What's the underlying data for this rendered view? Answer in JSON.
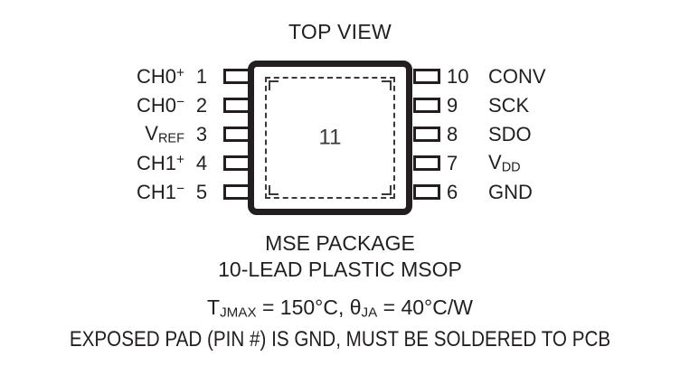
{
  "diagram": {
    "title": "TOP VIEW",
    "exposed_pad_number": "11",
    "left_pins": [
      {
        "number": "1",
        "name_html": "CH0<sup>+</sup>",
        "name_text": "CH0+"
      },
      {
        "number": "2",
        "name_html": "CH0<sup>−</sup>",
        "name_text": "CH0−"
      },
      {
        "number": "3",
        "name_html": "V<sub>REF</sub>",
        "name_text": "VREF"
      },
      {
        "number": "4",
        "name_html": "CH1<sup>+</sup>",
        "name_text": "CH1+"
      },
      {
        "number": "5",
        "name_html": "CH1<sup>−</sup>",
        "name_text": "CH1−"
      }
    ],
    "right_pins": [
      {
        "number": "10",
        "name_html": "CONV",
        "name_text": "CONV"
      },
      {
        "number": "9",
        "name_html": "SCK",
        "name_text": "SCK"
      },
      {
        "number": "8",
        "name_html": "SDO",
        "name_text": "SDO"
      },
      {
        "number": "7",
        "name_html": "V<sub>DD</sub>",
        "name_text": "VDD"
      },
      {
        "number": "6",
        "name_html": "GND",
        "name_text": "GND"
      }
    ]
  },
  "caption": {
    "package_name": "MSE PACKAGE",
    "lead_description": "10-LEAD PLASTIC MSOP",
    "thermal_html": "T<sub>JMAX</sub> = 150°C, θ<sub>JA</sub> = 40°C/W",
    "thermal_text": "TJMAX = 150°C, θJA = 40°C/W",
    "exposed_pad_note": "EXPOSED PAD (PIN #) IS GND, MUST BE SOLDERED TO PCB"
  },
  "colors": {
    "ink": "#231f20",
    "dashed": "#3a3a3a",
    "background": "#ffffff"
  }
}
